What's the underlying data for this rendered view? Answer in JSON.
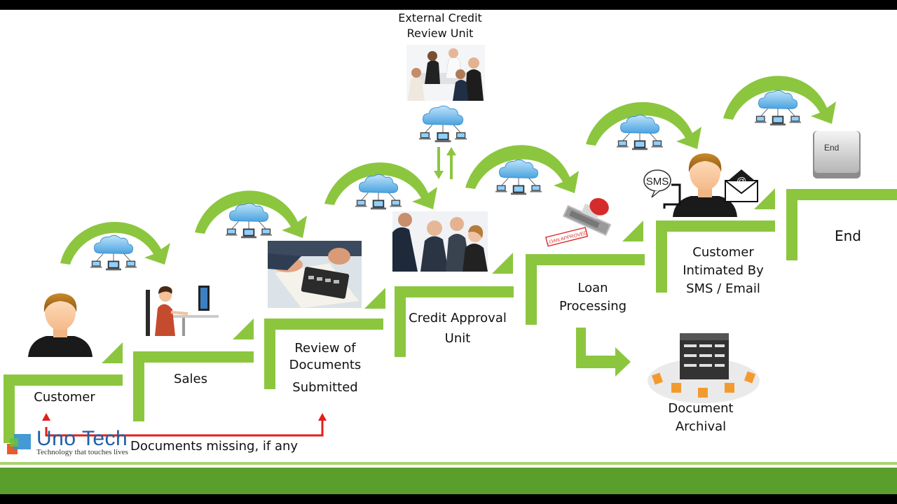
{
  "stages": [
    {
      "id": "customer",
      "label": "Customer"
    },
    {
      "id": "sales",
      "label": "Sales"
    },
    {
      "id": "review",
      "lines": [
        "Review of",
        "Documents",
        "Submitted"
      ]
    },
    {
      "id": "credit",
      "lines": [
        "Credit Approval",
        "Unit"
      ]
    },
    {
      "id": "loan",
      "lines": [
        "Loan",
        "Processing"
      ]
    },
    {
      "id": "intimation",
      "lines": [
        "Customer",
        "Intimated By",
        "SMS / Email"
      ]
    },
    {
      "id": "end",
      "label": "End"
    }
  ],
  "external_unit": {
    "lines": [
      "External Credit",
      "Review Unit"
    ]
  },
  "archival": {
    "lines": [
      "Document",
      "Archival"
    ]
  },
  "feedback": {
    "label": "Documents missing, if any"
  },
  "brand": {
    "name": "Uno Tech",
    "tagline": "Technology that touches lives"
  },
  "icons": {
    "sms": "SMS",
    "email": "@",
    "end_key": "End",
    "stamp": "LOAN APPROVED"
  },
  "colors": {
    "green": "#8cc63f",
    "dark_green": "#6a9a2e",
    "red": "#e0201b",
    "footer": "#5a9e2c"
  }
}
